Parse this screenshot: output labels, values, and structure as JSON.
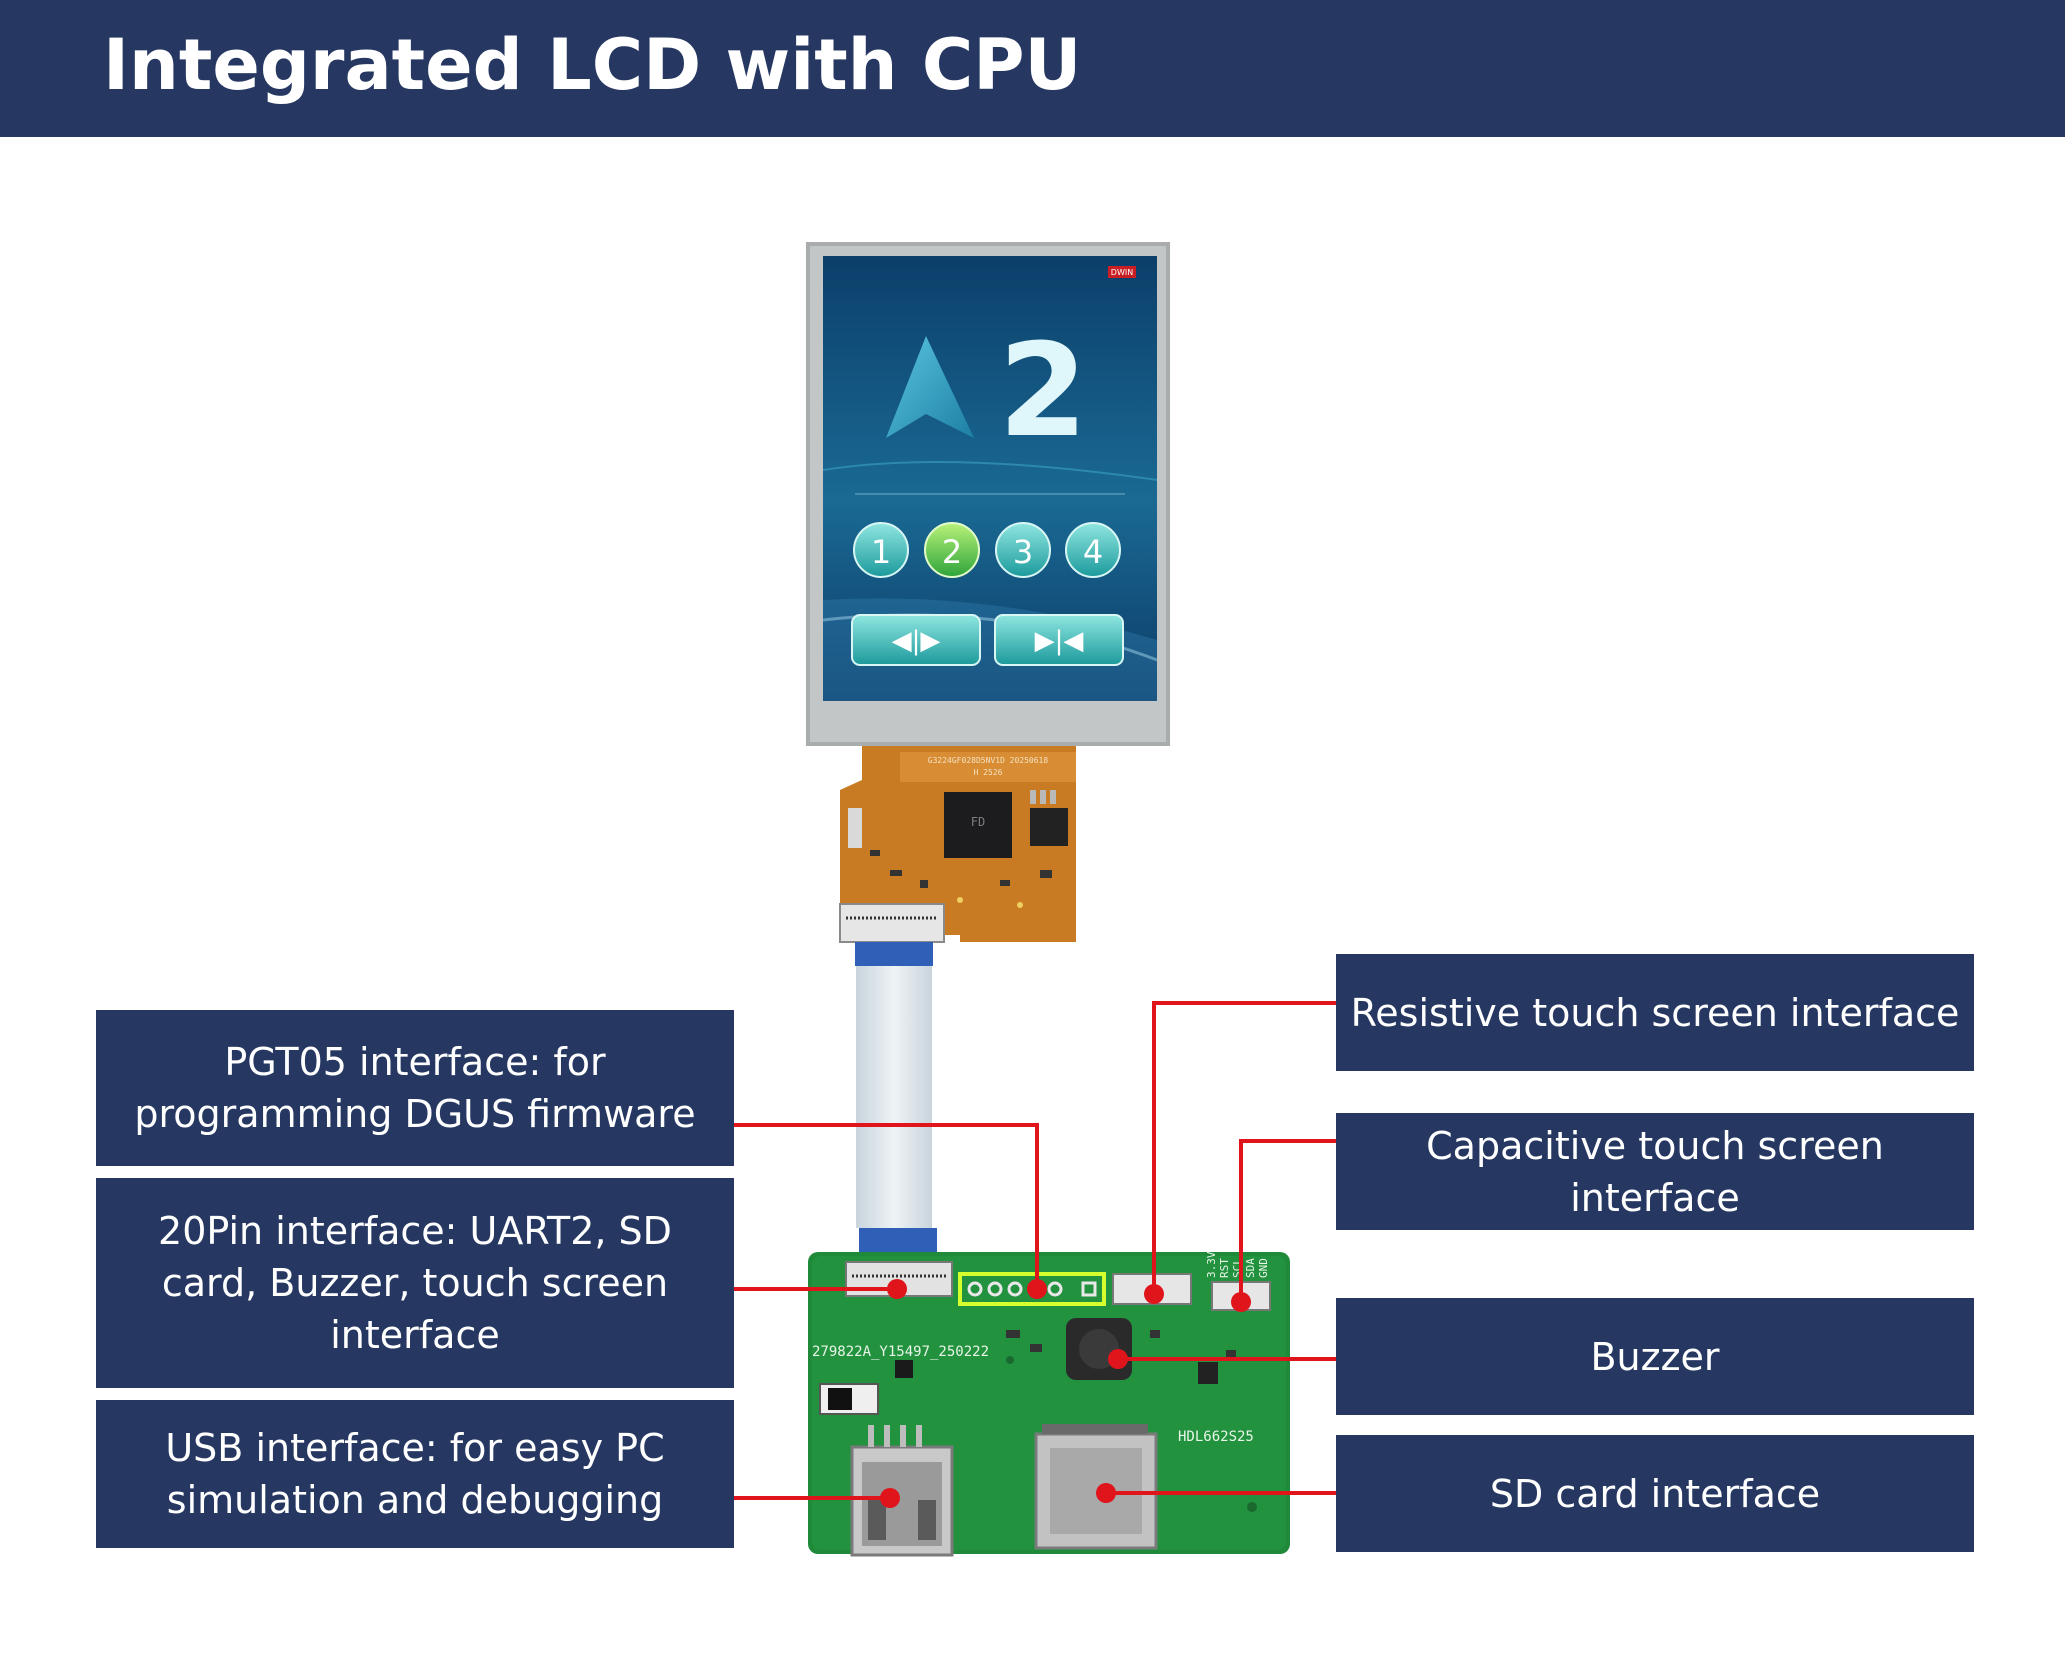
{
  "header": {
    "title": "Integrated LCD with CPU"
  },
  "labels": {
    "pgt05": "PGT05 interface: for programming DGUS firmware",
    "pin20": "20Pin interface: UART2, SD card, Buzzer, touch screen interface",
    "usb": "USB interface: for easy PC simulation and debugging",
    "resistive": "Resistive touch screen interface",
    "capacitive": "Capacitive touch screen interface",
    "buzzer": "Buzzer",
    "sdcard": "SD card interface"
  },
  "screen": {
    "floor_number": "2",
    "buttons": [
      "1",
      "2",
      "3",
      "4"
    ],
    "active_button": "2",
    "control_buttons": [
      "◀|▶",
      "▶|◀"
    ],
    "logo": "DWIN"
  },
  "fpc": {
    "label_line1": "G3224GF028D5NV1D 20250618",
    "label_line2": "H 2526",
    "chip_marking": "FD"
  },
  "pcb": {
    "serial": "279822A_Y15497_250222",
    "model": "HDL662S25",
    "pin_labels": [
      "3.3V",
      "RST",
      "SCL",
      "SDA",
      "GND"
    ]
  },
  "colors": {
    "header_bg": "#263862",
    "label_bg": "#263862",
    "leader_line": "#e0151c",
    "pcb_green": "#1f8a3a"
  }
}
